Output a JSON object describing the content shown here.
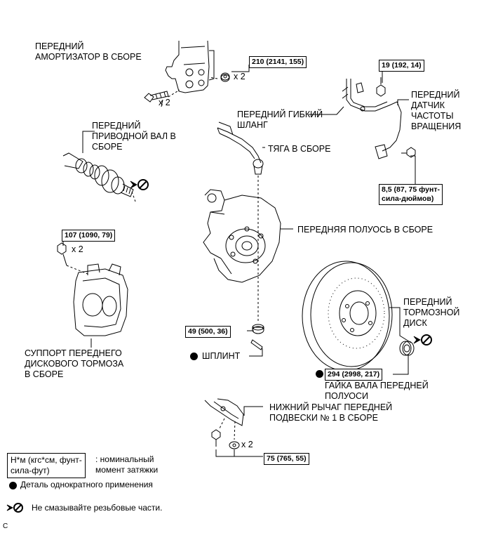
{
  "labels": {
    "shock": "ПЕРЕДНИЙ\nАМОРТИЗАТОР В СБОРЕ",
    "drive_shaft": "ПЕРЕДНИЙ\nПРИВОДНОЙ ВАЛ В\nСБОРЕ",
    "hose": "ПЕРЕДНИЙ ГИБКИЙ\nШЛАНГ",
    "tie_rod": "ТЯГА В СБОРЕ",
    "speed_sensor": "ПЕРЕДНИЙ\nДАТЧИК\nЧАСТОТЫ\nВРАЩЕНИЯ",
    "axle_hub": "ПЕРЕДНЯЯ ПОЛУОСЬ В СБОРЕ",
    "caliper": "СУППОРТ ПЕРЕДНЕГО\nДИСКОВОГО ТОРМОЗА\nВ СБОРЕ",
    "disc": "ПЕРЕДНИЙ\nТОРМОЗНОЙ\nДИСК",
    "cotter_pin": "ШПЛИНТ",
    "axle_nut": "ГАЙКА ВАЛА ПЕРЕДНЕЙ\nПОЛУОСИ",
    "lower_arm": "НИЖНИЙ РЫЧАГ ПЕРЕДНЕЙ\nПОДВЕСКИ № 1 В СБОРЕ"
  },
  "torques": {
    "shock_nut": "210 (2141, 155)",
    "sensor_bolt": "19 (192, 14)",
    "sensor_bolt2": "8,5 (87, 75 фунт-\nсила-дюймов)",
    "caliper_bolt": "107 (1090, 79)",
    "tie_rod_nut": "49 (500, 36)",
    "axle_nut": "294 (2998, 217)",
    "lower_arm": "75 (765, 55)"
  },
  "counts": {
    "shock_nut": "x 2",
    "shock_bolt": "x 2",
    "caliper_bolt": "x 2",
    "lower_arm": "x 2"
  },
  "legend": {
    "torque_unit": "Н*м (кгс*см, фунт-\nсила-фут)",
    "torque_desc": ": номинальный\nмомент затяжки",
    "non_reusable": "Деталь однократного применения",
    "no_grease": "Не смазывайте резьбовые части."
  },
  "corner_code": "C"
}
